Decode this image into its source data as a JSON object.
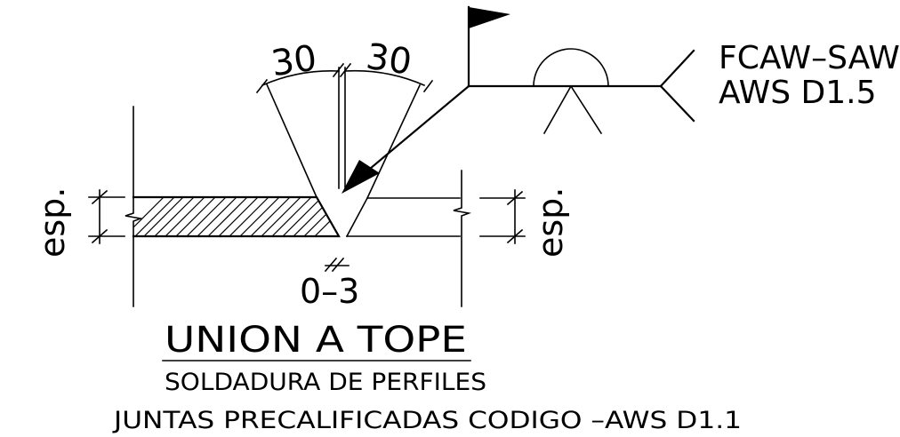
{
  "dimensions": {
    "bevel_angle_left": "30",
    "bevel_angle_right": "30",
    "root_gap": "0–3",
    "thickness_left": "esp.",
    "thickness_right": "esp."
  },
  "weld_symbol": {
    "process": "FCAW–SAW",
    "specification": "AWS D1.5"
  },
  "titles": {
    "main": "UNION A TOPE",
    "subtitle": "SOLDADURA DE PERFILES",
    "footer": "JUNTAS PRECALIFICADAS CODIGO –AWS D1.1"
  },
  "colors": {
    "line": "#000000",
    "background": "#ffffff"
  }
}
